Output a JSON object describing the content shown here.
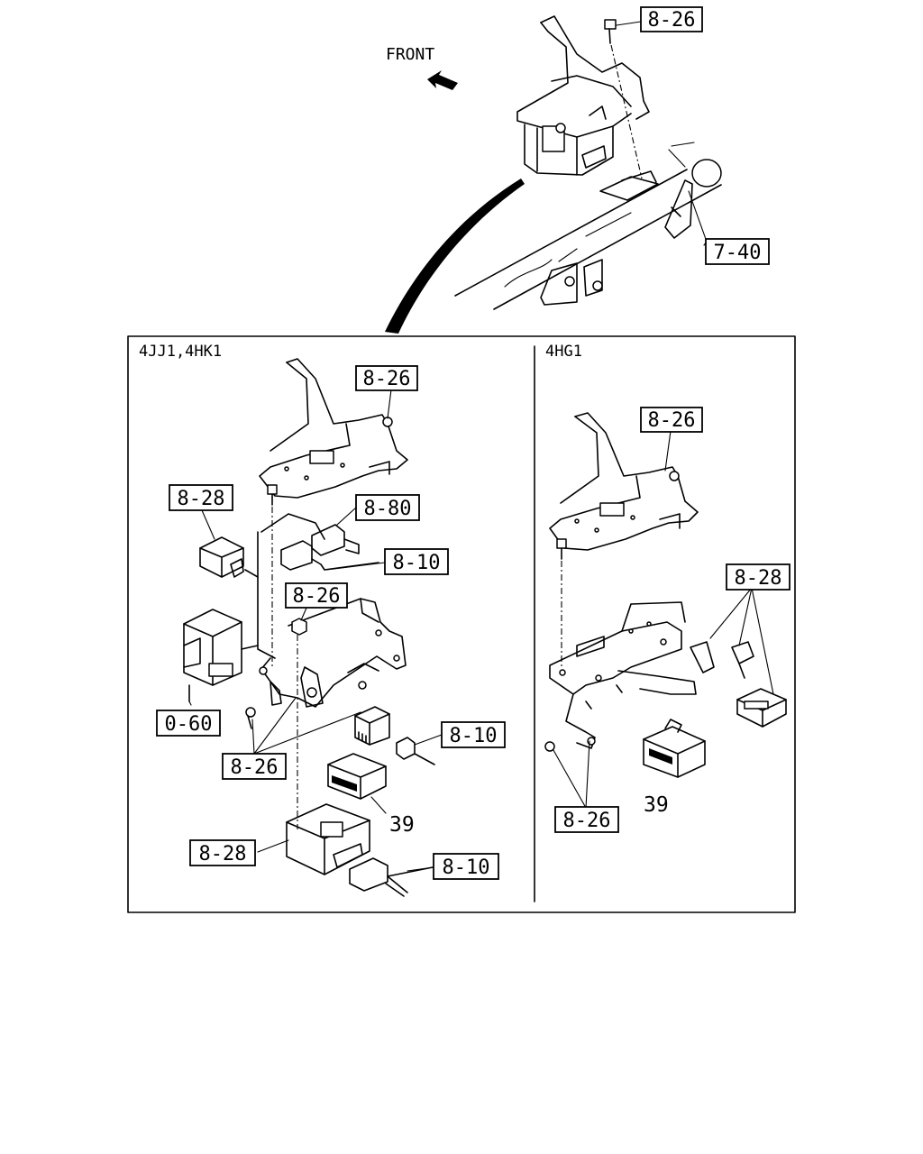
{
  "orientation": {
    "front_label": "FRONT"
  },
  "sections": [
    {
      "id": "left",
      "heading": "4JJ1,4HK1"
    },
    {
      "id": "right",
      "heading": "4HG1"
    }
  ],
  "callouts": {
    "top_bolt": "8-26",
    "top_pipe": "7-40",
    "l_bracket": "8-26",
    "l_relay_a": "8-28",
    "l_conn_a": "8-80",
    "l_conn_b": "8-10",
    "l_nut": "8-26",
    "l_module": "0-60",
    "l_conn_c": "8-10",
    "l_screws": "8-26",
    "l_relay_b": "39",
    "l_unit": "8-28",
    "l_conn_d": "8-10",
    "r_bracket": "8-26",
    "r_relay": "8-28",
    "r_relay_b": "39",
    "r_screws": "8-26"
  }
}
